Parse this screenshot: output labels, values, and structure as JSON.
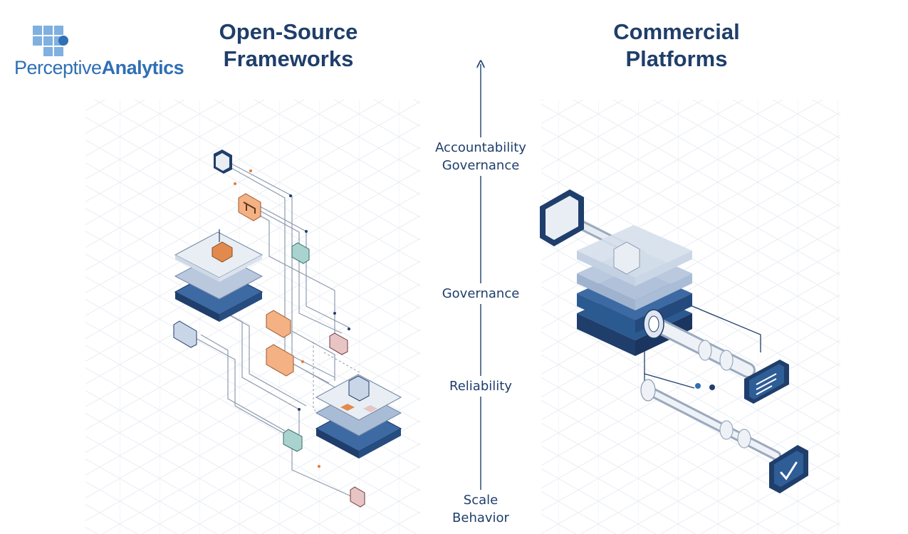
{
  "logo": {
    "name_regular": "Perceptive",
    "name_bold": "Analytics"
  },
  "left_panel": {
    "title_line1": "Open-Source",
    "title_line2": "Frameworks"
  },
  "right_panel": {
    "title_line1": "Commercial",
    "title_line2": "Platforms"
  },
  "axis": {
    "labels": [
      {
        "line1": "Accountability",
        "line2": "Governance"
      },
      {
        "line1": "Governance",
        "line2": ""
      },
      {
        "line1": "Reliability",
        "line2": ""
      },
      {
        "line1": "Scale",
        "line2": "Behavior"
      }
    ]
  },
  "colors": {
    "navy": "#1f3e6b",
    "blue": "#2f6fb4",
    "orange": "#f4b184",
    "teal": "#a9d3cf",
    "pink": "#e8c4c4"
  }
}
